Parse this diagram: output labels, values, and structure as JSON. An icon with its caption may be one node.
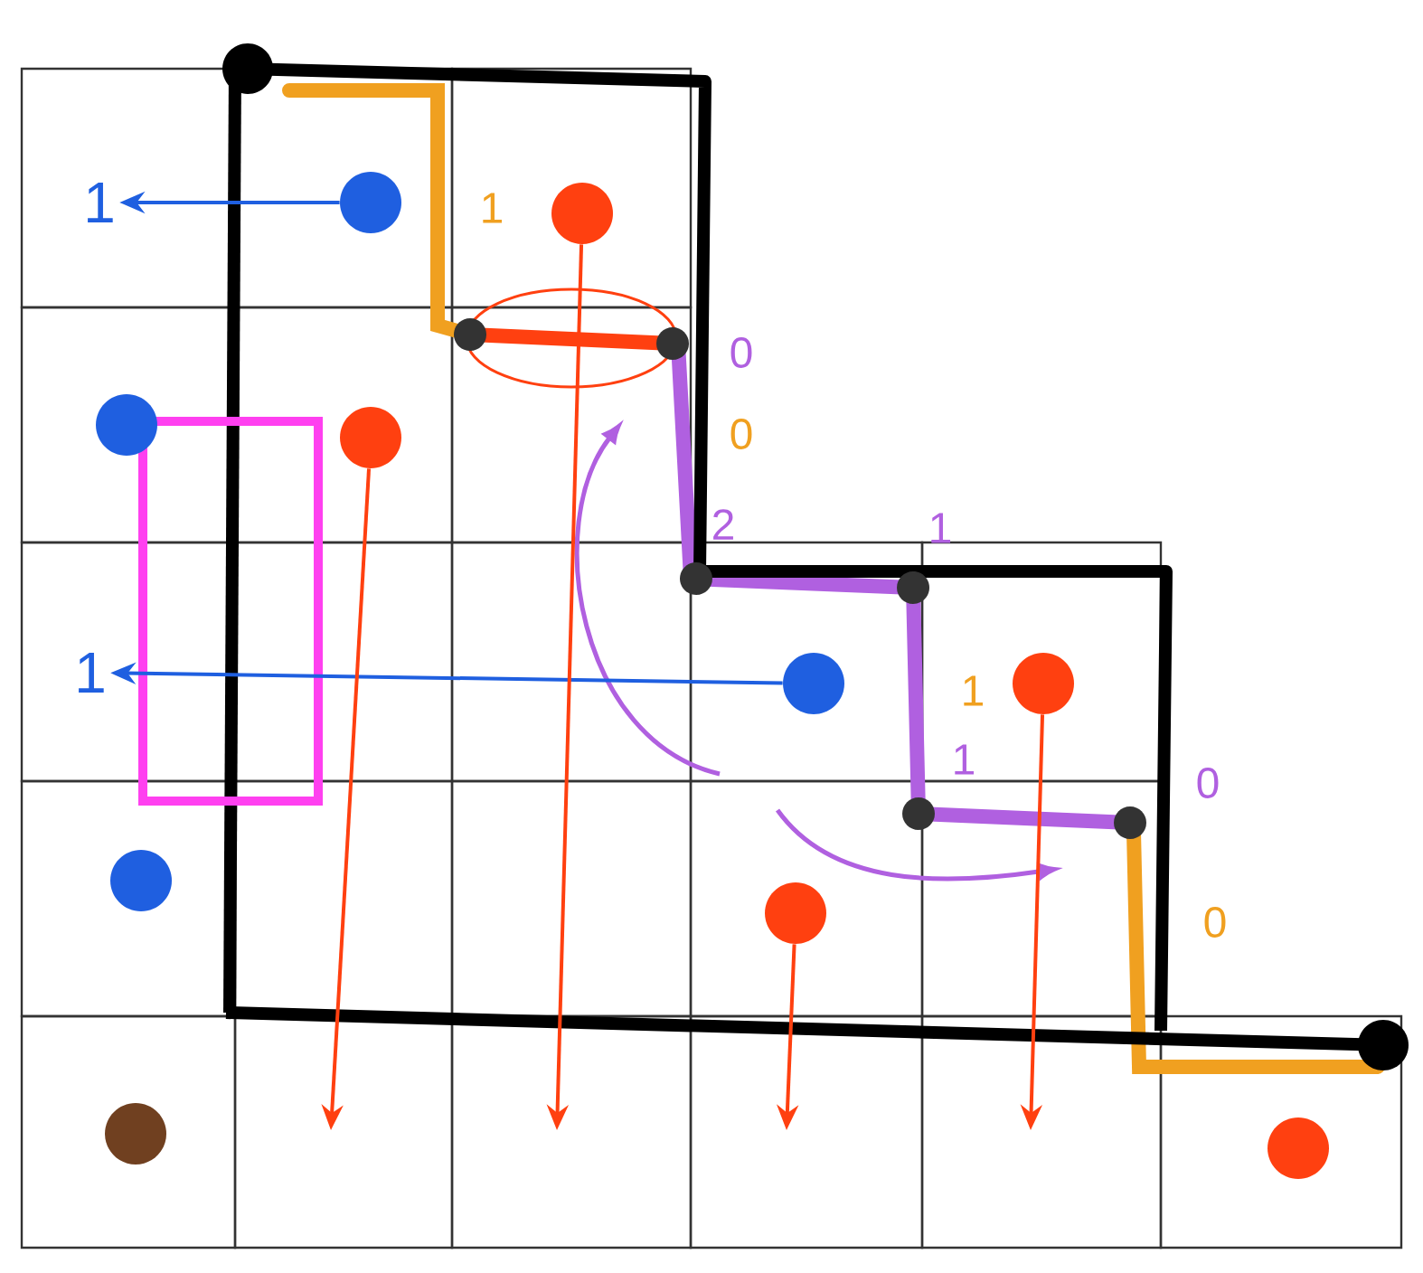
{
  "diagram": {
    "nodes": [
      {
        "text": [
          "1"
        ]
      },
      {
        "text": [],
        "shape": "circle"
      },
      {
        "text": [
          "1"
        ]
      },
      {
        "text": [],
        "shape": "circle"
      },
      {
        "text": [],
        "shape": "circle"
      },
      {
        "text": [],
        "shape": "circle"
      },
      {
        "text": [],
        "shape": "circle"
      },
      {
        "text": [],
        "shape": "circle"
      },
      {
        "text": [],
        "shape": "circle"
      },
      {
        "text": [],
        "shape": "circle"
      },
      {
        "text": [],
        "shape": "circle"
      },
      {
        "text": [],
        "shape": "circle"
      }
    ],
    "edges": [
      {
        "from": 1,
        "to": 0,
        "arrow": "to",
        "color": "#1f5fe0"
      },
      {
        "from": 3,
        "to": 2,
        "arrow": "to",
        "color": "#1f5fe0"
      },
      {
        "from": 4,
        "to": null,
        "arrow": "to"
      },
      {
        "from": 5,
        "to": null,
        "arrow": "to"
      },
      {
        "from": 6,
        "to": null,
        "arrow": "to"
      },
      {
        "from": 7,
        "to": null,
        "arrow": "to"
      }
    ],
    "labels": [
      "1",
      "0",
      "0",
      "2",
      "1",
      "1",
      "1",
      "0",
      "0"
    ]
  }
}
